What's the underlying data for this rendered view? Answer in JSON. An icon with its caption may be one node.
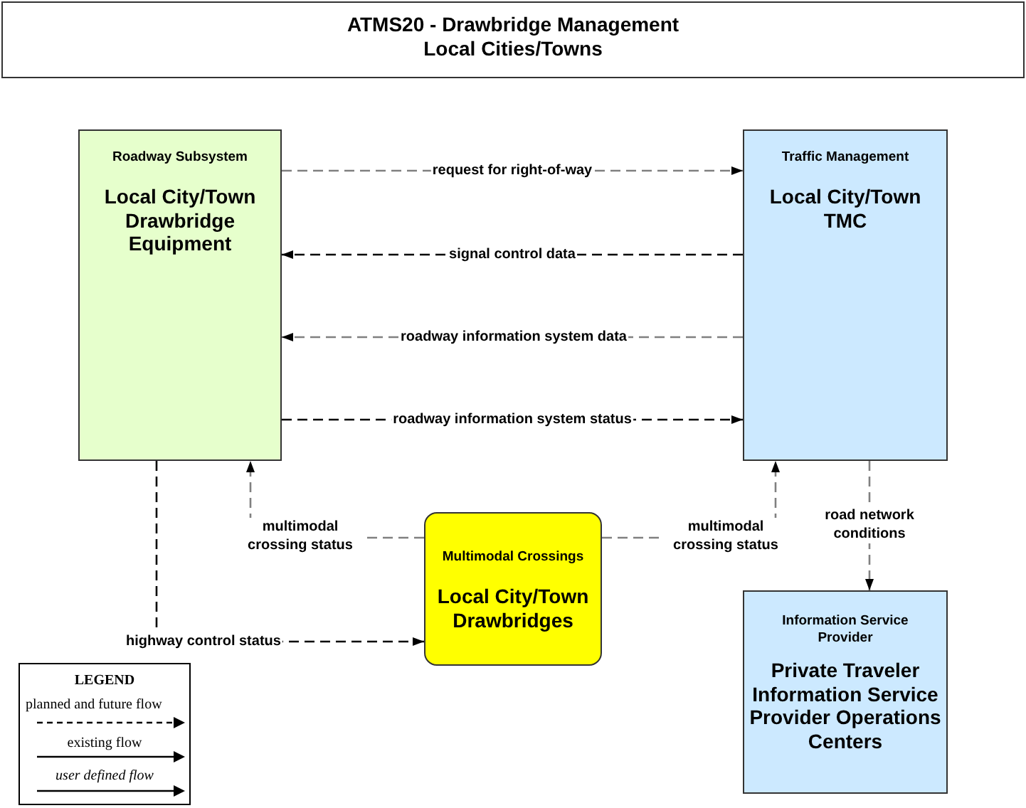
{
  "diagram": {
    "title": "ATMS20 - Drawbridge Management Local Cities/Towns",
    "nodes": [
      {
        "text": [
          "Roadway Subsystem",
          "Local City/Town Drawbridge Equipment"
        ]
      },
      {
        "text": [
          "Traffic Management",
          "Local City/Town TMC"
        ]
      },
      {
        "text": [
          "Multimodal Crossings",
          "Local City/Town Drawbridges"
        ]
      },
      {
        "text": [
          "Information Service Provider",
          "Private Traveler Information Service Provider Operations Centers"
        ]
      }
    ],
    "edges": [
      {
        "from": 0,
        "to": 1,
        "arrow": "to",
        "label": "request for right-of-way",
        "style": "dashed"
      },
      {
        "from": 1,
        "to": 0,
        "arrow": "to",
        "label": "signal control data",
        "style": "dashed",
        "color": "#000000"
      },
      {
        "from": 1,
        "to": 0,
        "arrow": "to",
        "label": "roadway information system data",
        "style": "dashed"
      },
      {
        "from": 0,
        "to": 1,
        "arrow": "to",
        "label": "roadway information system status",
        "style": "dashed",
        "color": "#000000"
      },
      {
        "from": 2,
        "to": 0,
        "arrow": "to",
        "label": "multimodal crossing status",
        "style": "dashed"
      },
      {
        "from": 2,
        "to": 1,
        "arrow": "to",
        "label": "multimodal crossing status",
        "style": "dashed"
      },
      {
        "from": 1,
        "to": 3,
        "arrow": "to",
        "label": "road network conditions",
        "style": "dashed"
      },
      {
        "from": 0,
        "to": 2,
        "arrow": "to",
        "label": "highway control status",
        "style": "dashed",
        "color": "#000000"
      }
    ],
    "labels": [
      "LEGEND"
    ],
    "legend": [
      {
        "text": "planned and future flow"
      },
      {
        "text": "existing flow"
      },
      {
        "text": "user defined flow"
      }
    ]
  }
}
